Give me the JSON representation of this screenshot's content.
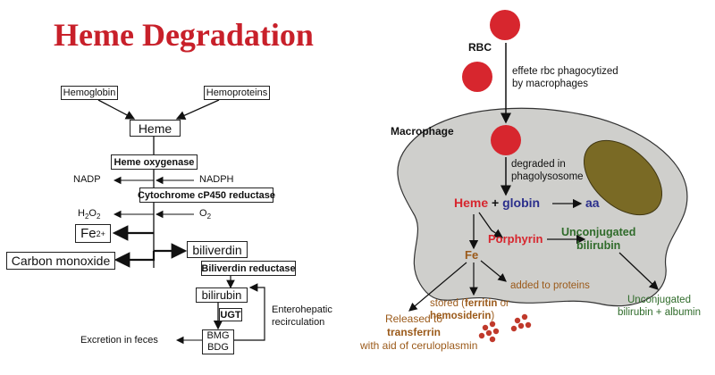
{
  "title": "Heme Degradation",
  "left": {
    "hemoglobin": "Hemoglobin",
    "hemoproteins": "Hemoproteins",
    "heme": "Heme",
    "heme_oxygenase": "Heme oxygenase",
    "nadp": "NADP",
    "nadph": "NADPH",
    "cyp450": "Cytochrome cP450 reductase",
    "h2o2_base": "H",
    "h2o2_sub1": "2",
    "h2o2_mid": "O",
    "h2o2_sub2": "2",
    "o2_base": "O",
    "o2_sub": "2",
    "fe_base": "Fe",
    "fe_sup": "2+",
    "carbon_monoxide": "Carbon monoxide",
    "biliverdin": "biliverdin",
    "biliverdin_reductase": "Biliverdin reductase",
    "bilirubin": "bilirubin",
    "ugt": "UGT",
    "bmg": "BMG",
    "bdg": "BDG",
    "excretion": "Excretion in feces",
    "enterohepatic_1": "Enterohepatic",
    "enterohepatic_2": "recirculation"
  },
  "right": {
    "rbc": "RBC",
    "effete_1": "effete rbc phagocytized",
    "effete_2": "by macrophages",
    "macrophage": "Macrophage",
    "degraded_1": "degraded in",
    "degraded_2": "phagolysosome",
    "heme": "Heme",
    "plus": "+",
    "globin": "globin",
    "aa": "aa",
    "porphyrin": "Porphyrin",
    "unconj_1": "Unconjugated",
    "unconj_2": "bilirubin",
    "fe": "Fe",
    "added_proteins": "added to proteins",
    "stored_pre": "stored (",
    "ferritin": "ferritin",
    "stored_or": " or",
    "hemosiderin": "hemosiderin",
    "stored_post": ")",
    "released_1": "Released to",
    "transferrin": "transferrin",
    "released_3": "with aid of ceruloplasmin",
    "unconj_alb_1": "Unconjugated",
    "unconj_alb_2": "bilirubin + albumin"
  },
  "colors": {
    "title": "#c8202a",
    "rbc": "#d7262e",
    "macrophage_fill": "#cfcfcc",
    "nucleus": "#7a6a25",
    "heme_red": "#d7262e",
    "globin_blue": "#2b2f8c",
    "bilirubin_green": "#2f6b2a",
    "fe_brown": "#9b5a1a",
    "iron_red": "#c0392b"
  }
}
